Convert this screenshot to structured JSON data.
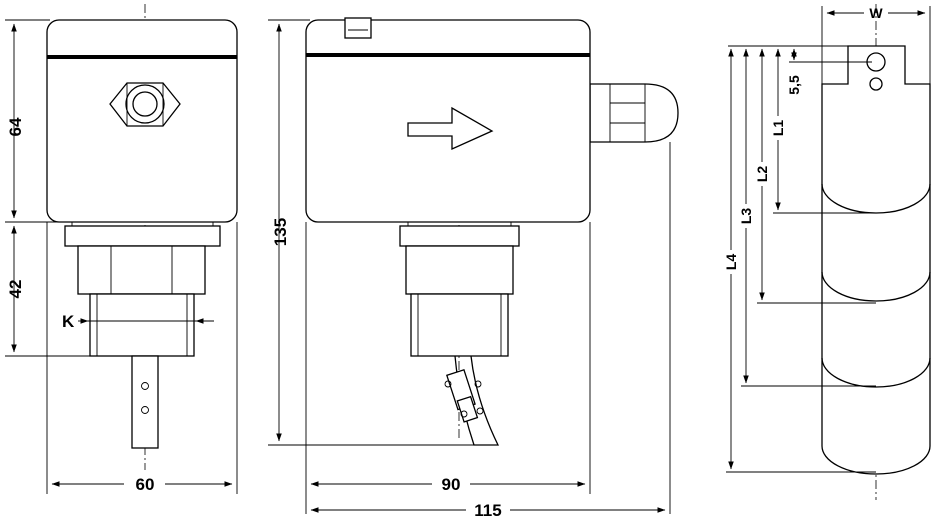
{
  "dimensions": {
    "front_upper_height": "64",
    "front_lower_height": "42",
    "front_width": "60",
    "thread_key": "K",
    "total_height": "135",
    "housing_length": "90",
    "total_length": "115"
  },
  "paddle_labels": {
    "width": "W",
    "hole": "5,5",
    "l1": "L1",
    "l2": "L2",
    "l3": "L3",
    "l4": "L4"
  }
}
